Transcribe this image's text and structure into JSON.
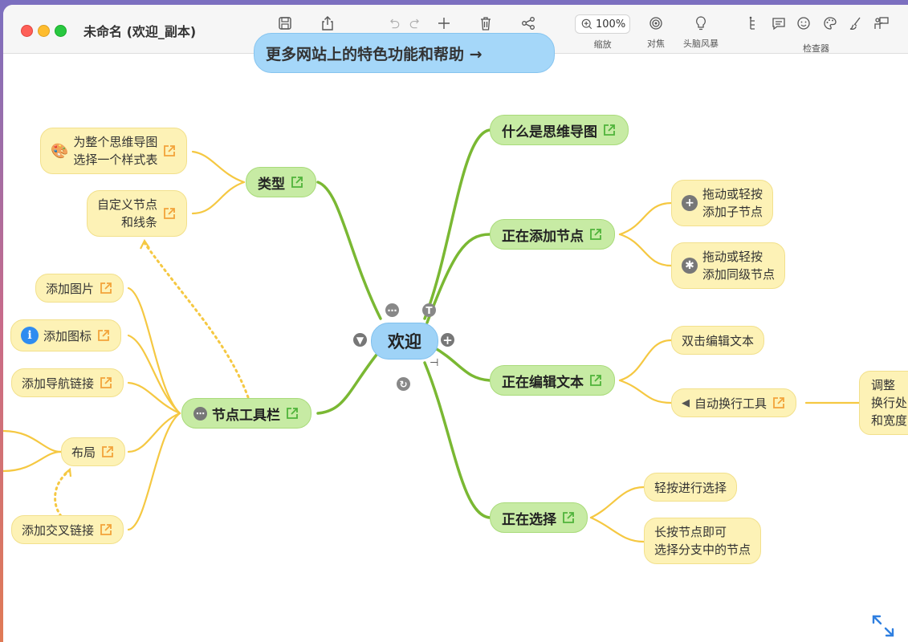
{
  "window": {
    "title": "未命名 (欢迎_副本)"
  },
  "toolbar": {
    "save": "保存",
    "share": "共享",
    "undo": "撤销",
    "add": "添加",
    "delete": "删除",
    "layout": "布局",
    "zoom_value": "100%",
    "zoom_label": "缩放",
    "focus": "对焦",
    "brainstorm": "头脑风暴",
    "inspector": "检查器"
  },
  "map": {
    "center": "欢迎",
    "top_banner": "更多网站上的特色功能和帮助 →",
    "branches": {
      "what_is": "什么是思维导图",
      "adding_nodes": "正在添加节点",
      "editing_text": "正在编辑文本",
      "selecting": "正在选择",
      "types": "类型",
      "node_toolbar": "节点工具栏"
    },
    "children": {
      "drag_child_1": "拖动或轻按",
      "drag_child_2": "添加子节点",
      "drag_sibling_1": "拖动或轻按",
      "drag_sibling_2": "添加同级节点",
      "double_click": "双击编辑文本",
      "auto_wrap": "自动换行工具",
      "adjust_1": "调整",
      "adjust_2": "换行处",
      "adjust_3": "和宽度",
      "tap_select": "轻按进行选择",
      "long_press_1": "长按节点即可",
      "long_press_2": "选择分支中的节点",
      "stylesheet_1": "为整个思维导图",
      "stylesheet_2": "选择一个样式表",
      "custom_1": "自定义节点",
      "custom_2": "和线条",
      "add_image": "添加图片",
      "add_icon": "添加图标",
      "add_nav_link": "添加导航链接",
      "layout": "布局",
      "add_cross_link": "添加交叉链接"
    }
  },
  "colors": {
    "green_branch": "#7ab833",
    "yellow_branch": "#f5c842",
    "center_fill": "#9fd3f7"
  }
}
